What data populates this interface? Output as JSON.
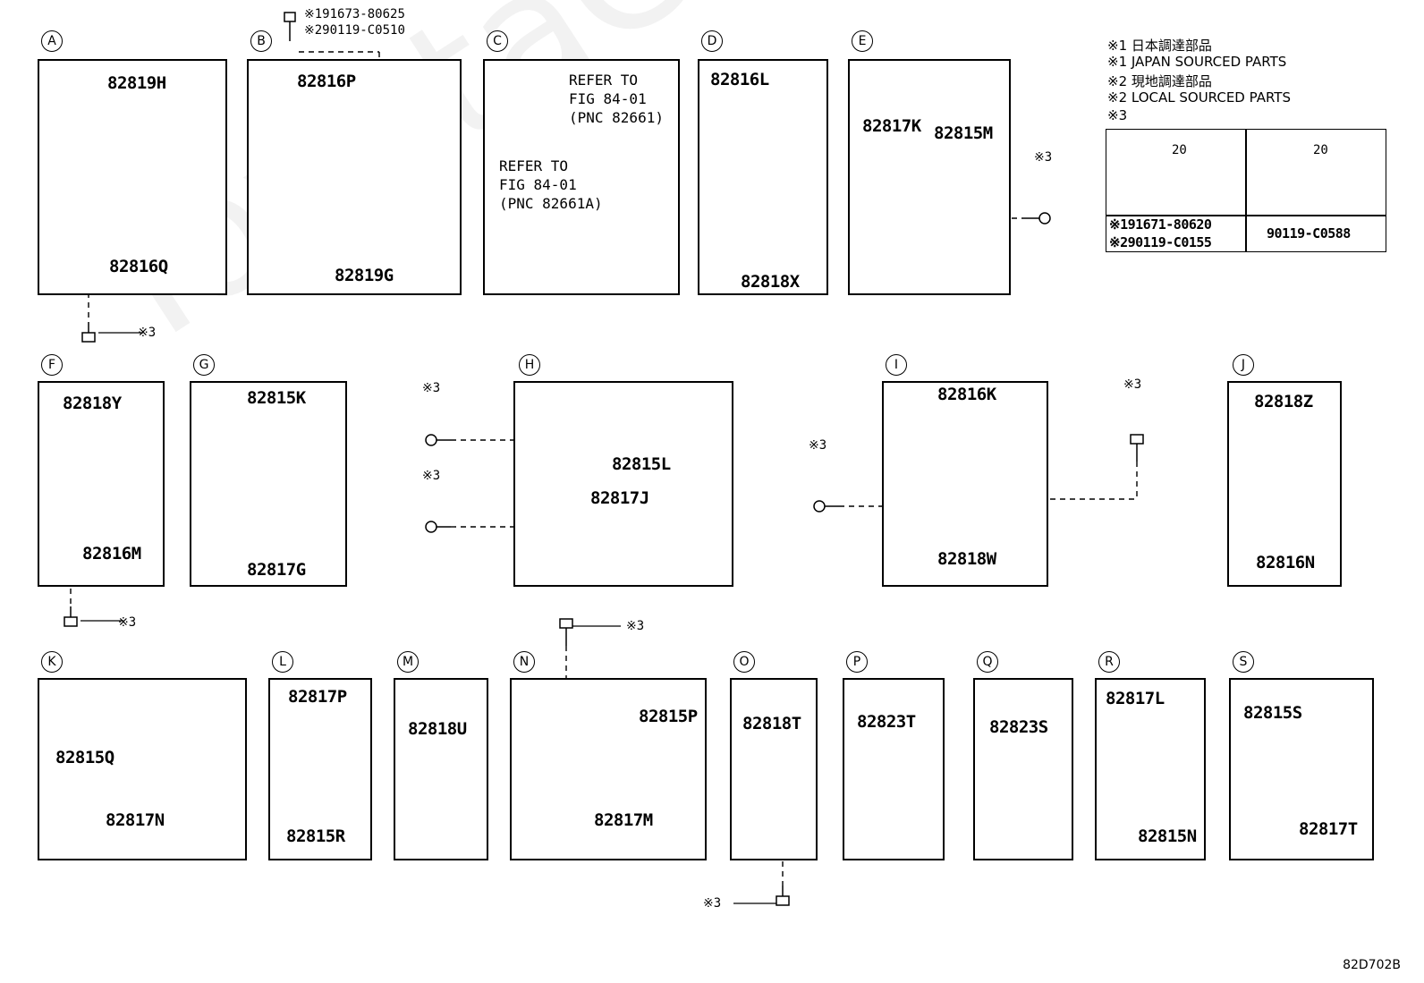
{
  "watermark": "ToyotaCarMine",
  "diagram_code": "82D702B",
  "refs": {
    "mark3": "※3"
  },
  "legend": {
    "l1": "※1 日本調達部品",
    "l2": "※1 JAPAN SOURCED PARTS",
    "l3": "※2 現地調達部品",
    "l4": "※2 LOCAL SOURCED PARTS",
    "l5": "※3",
    "dim": "20",
    "bolt_left_1": "※191671-80620",
    "bolt_left_2": "※290119-C0155",
    "bolt_right": "90119-C0588"
  },
  "groups": {
    "A": {
      "label": "A",
      "parts": [
        "82819H",
        "82816Q"
      ]
    },
    "B": {
      "label": "B",
      "parts": [
        "82816P",
        "82819G"
      ],
      "bolt1": "※191673-80625",
      "bolt2": "※290119-C0510"
    },
    "C": {
      "label": "C",
      "ref1": [
        "REFER TO",
        "FIG 84-01",
        "(PNC 82661)"
      ],
      "ref2": [
        "REFER TO",
        "FIG 84-01",
        "(PNC 82661A)"
      ]
    },
    "D": {
      "label": "D",
      "parts": [
        "82816L",
        "82818X"
      ]
    },
    "E": {
      "label": "E",
      "parts": [
        "82817K",
        "82815M"
      ]
    },
    "F": {
      "label": "F",
      "parts": [
        "82818Y",
        "82816M"
      ]
    },
    "G": {
      "label": "G",
      "parts": [
        "82815K",
        "82817G"
      ]
    },
    "H": {
      "label": "H",
      "parts": [
        "82815L",
        "82817J"
      ]
    },
    "I": {
      "label": "I",
      "parts": [
        "82816K",
        "82818W"
      ]
    },
    "J": {
      "label": "J",
      "parts": [
        "82818Z",
        "82816N"
      ]
    },
    "K": {
      "label": "K",
      "parts": [
        "82815Q",
        "82817N"
      ]
    },
    "L": {
      "label": "L",
      "parts": [
        "82817P",
        "82815R"
      ]
    },
    "M": {
      "label": "M",
      "parts": [
        "82818U"
      ]
    },
    "N": {
      "label": "N",
      "parts": [
        "82815P",
        "82817M"
      ]
    },
    "O": {
      "label": "O",
      "parts": [
        "82818T"
      ]
    },
    "P": {
      "label": "P",
      "parts": [
        "82823T"
      ]
    },
    "Q": {
      "label": "Q",
      "parts": [
        "82823S"
      ]
    },
    "R": {
      "label": "R",
      "parts": [
        "82817L",
        "82815N"
      ]
    },
    "S": {
      "label": "S",
      "parts": [
        "82815S",
        "82817T"
      ]
    }
  }
}
